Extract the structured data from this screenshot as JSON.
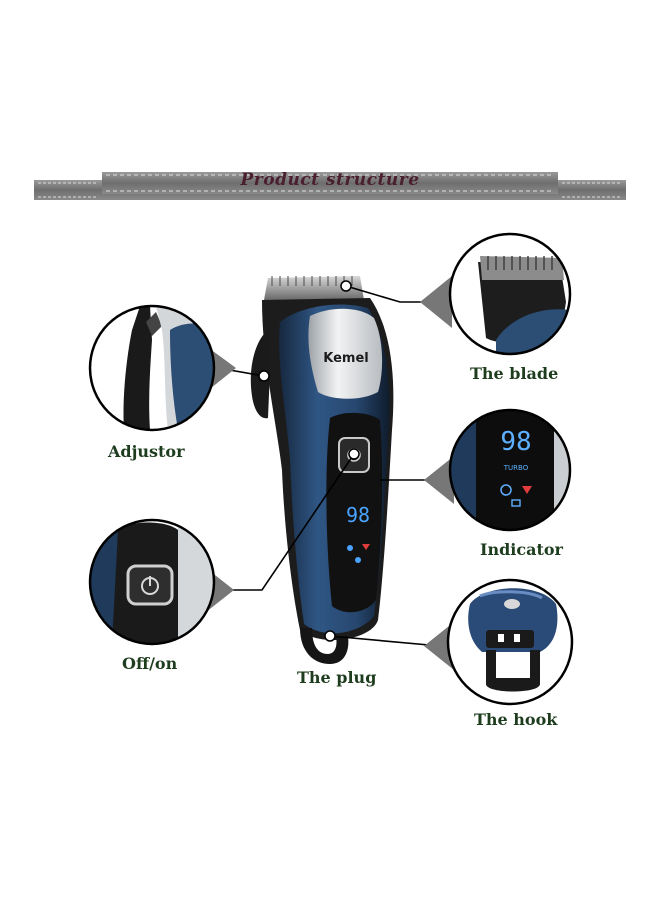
{
  "banner": {
    "title": "Product structure"
  },
  "product": {
    "brand": "Kemel",
    "display_digits": "98",
    "mode_text": "TURBO"
  },
  "labels": {
    "blade": "The blade",
    "adjustor": "Adjustor",
    "indicator": "Indicator",
    "off_on": "Off/on",
    "plug": "The plug",
    "hook": "The hook"
  },
  "colors": {
    "label_green": "#1e3d1e",
    "title_maroon": "#4a1f2f",
    "banner_gray": "#7d7d7d",
    "body_blue": "#2c4d74",
    "body_dark": "#1c1c1c",
    "silver": "#d9dcdf",
    "display_blue": "#4aa3ff"
  },
  "icons": [
    "power-icon",
    "lock-icon",
    "battery-icon"
  ]
}
